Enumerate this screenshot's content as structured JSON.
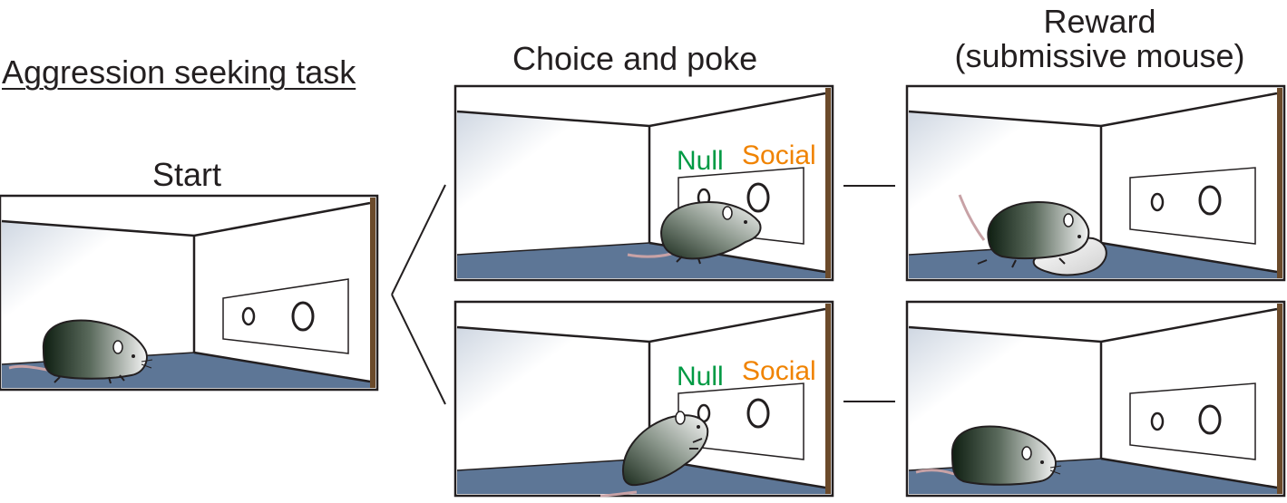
{
  "title": "Aggression seeking task",
  "stages": {
    "start": "Start",
    "choice": "Choice and poke",
    "reward_line1": "Reward",
    "reward_line2": "(submissive mouse)"
  },
  "ports": {
    "null_label": "Null",
    "social_label": "Social"
  },
  "colors": {
    "null": "#009a44",
    "social": "#f08300",
    "floor": "#5d7696",
    "wood": "#6b4a2a",
    "text": "#231f20"
  },
  "panels": [
    {
      "id": "start",
      "mouse": "mouse-walking",
      "port_labels": false
    },
    {
      "id": "choice-social",
      "mouse": "mouse-poking-social",
      "port_labels": true
    },
    {
      "id": "choice-null",
      "mouse": "mouse-poking-null",
      "port_labels": true
    },
    {
      "id": "reward-social",
      "mouse": "mouse-attacking-submissive",
      "port_labels": false
    },
    {
      "id": "reward-null",
      "mouse": "mouse-alone",
      "port_labels": false
    }
  ]
}
